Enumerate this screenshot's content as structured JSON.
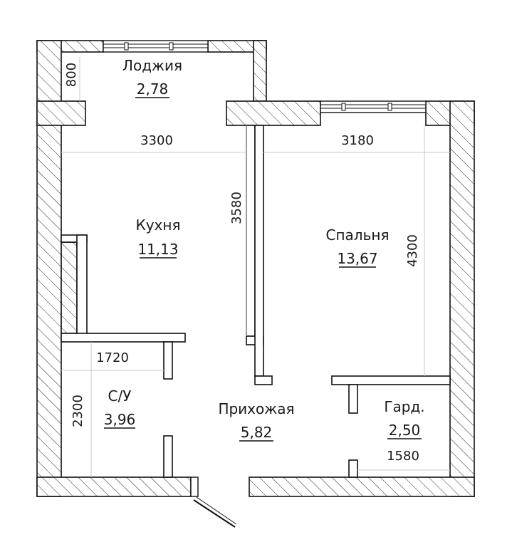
{
  "rooms": {
    "loggia": {
      "name": "Лоджия",
      "area": "2,78"
    },
    "kitchen": {
      "name": "Кухня",
      "area": "11,13"
    },
    "bedroom": {
      "name": "Спальня",
      "area": "13,67"
    },
    "bathroom": {
      "name": "С/У",
      "area": "3,96"
    },
    "hallway": {
      "name": "Прихожая",
      "area": "5,82"
    },
    "wardrobe": {
      "name": "Гард.",
      "area": "2,50"
    }
  },
  "dimensions": {
    "loggia_depth": "800",
    "kitchen_width": "3300",
    "kitchen_length": "3580",
    "bedroom_width": "3180",
    "bedroom_length": "4300",
    "bathroom_width": "1720",
    "bathroom_length": "2300",
    "wardrobe_width": "1580"
  },
  "colors": {
    "ink": "#111111",
    "background": "#ffffff",
    "dimension_line": "#c8c8c8"
  }
}
